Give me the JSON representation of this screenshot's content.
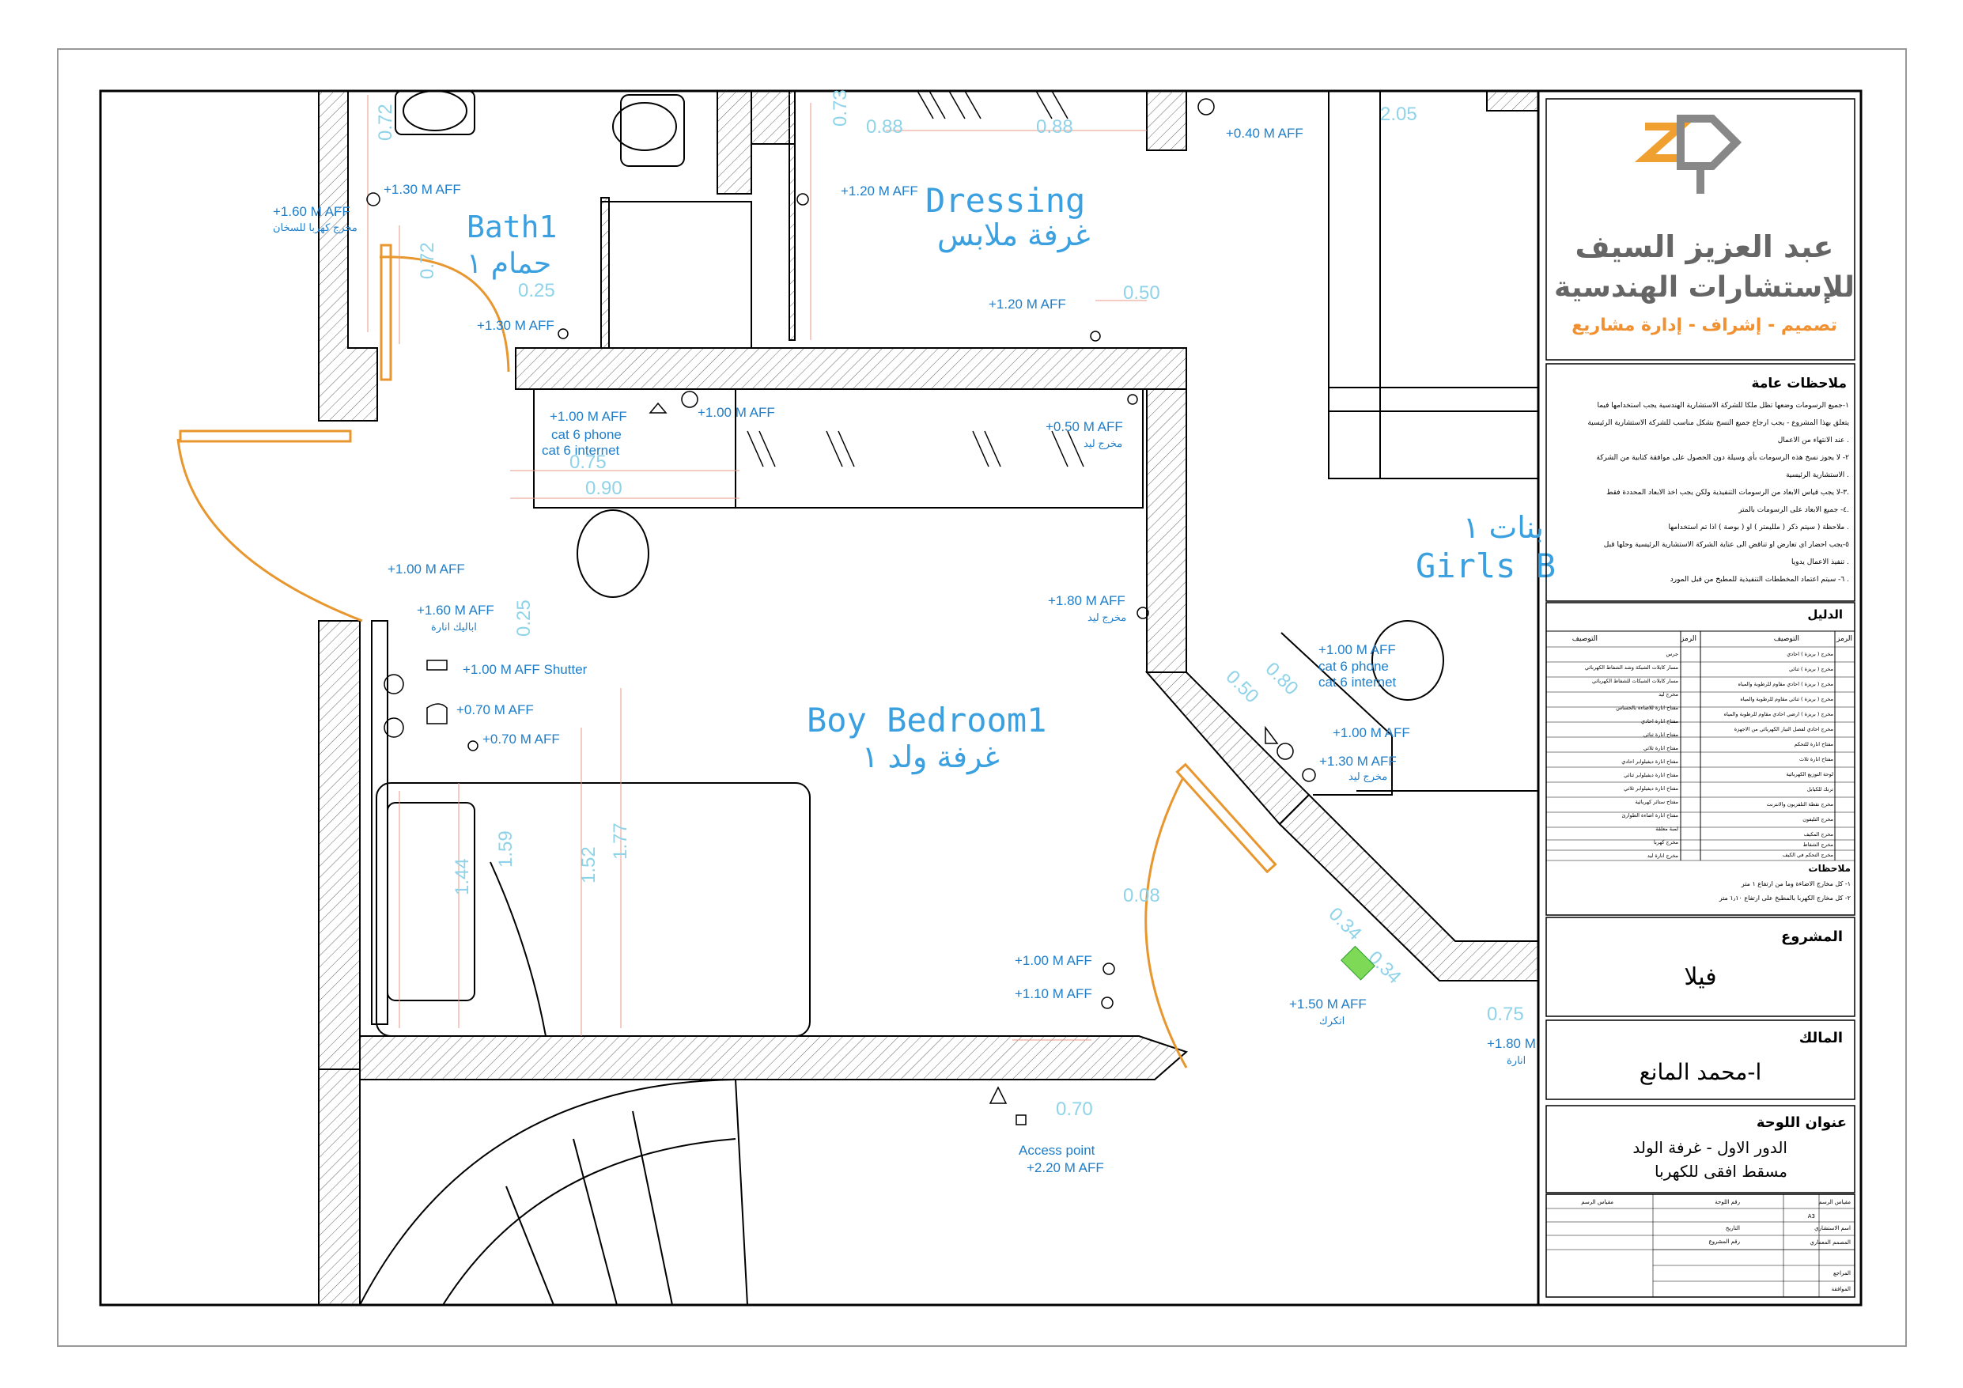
{
  "rooms": {
    "bath1_en": "Bath1",
    "bath1_ar": "حمام ١",
    "dressing_en": "Dressing",
    "dressing_ar": "غرفة ملابس",
    "boy_en": "Boy Bedroom1",
    "boy_ar": "غرفة ولد ١",
    "girls_en": "Girls B",
    "girls_ar": "بنات ١"
  },
  "dims": {
    "d072a": "0.72",
    "d072b": "0.72",
    "d025a": "0.25",
    "d088a": "0.88",
    "d088b": "0.88",
    "d073": "0.73",
    "d050a": "0.50",
    "d205": "2.05",
    "d075a": "0.75",
    "d090": "0.90",
    "d025b": "0.25",
    "d050b": "0.50",
    "d080": "0.80",
    "d144": "1.44",
    "d159": "1.59",
    "d152": "1.52",
    "d177": "1.77",
    "d008": "0.08",
    "d034a": "0.34",
    "d034b": "0.34",
    "d070": "0.70",
    "d075b": "0.75"
  },
  "labels": {
    "aff130a": "+1.30 M AFF",
    "aff160a": "+1.60 M AFF",
    "heater": "مخرج كهربا للسخان",
    "aff120a": "+1.20 M AFF",
    "aff040": "+0.40 M AFF",
    "aff120b": "+1.20 M AFF",
    "aff130b": "+1.30 M AFF",
    "aff100a": "+1.00 M AFF",
    "cat6phone": "cat 6   phone",
    "cat6internet": "cat 6   internet",
    "aff100b": "+1.00 M AFF",
    "aff050": "+0.50 M AFF",
    "lidA": "مخرج ليد",
    "aff180a": "+1.80 M AFF",
    "lidB": "مخرج ليد",
    "aff100c": "+1.00 M AFF",
    "aff160b": "+1.60 M AFF",
    "balik": "اباليك انارة",
    "shutter": "+1.00 M AFF  Shutter",
    "aff070a": "+0.70 M AFF",
    "aff070b": "+0.70 M AFF",
    "aff100d": "+1.00 M AFF",
    "cat6phone2": "cat 6   phone",
    "cat6internet2": "cat 6   internet",
    "aff100e": "+1.00 M AFF",
    "aff130c": "+1.30 M AFF",
    "lidC": "مخرج ليد",
    "aff100f": "+1.00 M AFF",
    "aff110": "+1.10 M AFF",
    "aff150": "+1.50 M AFF",
    "ac": "اتكرك",
    "aff180b": "+1.80 M",
    "anara": "انارة",
    "access": "Access point",
    "aff220": "+2.20 M AFF"
  },
  "titleblock": {
    "company1": "عبد العزيز السيف",
    "company2": "للإستشارات الهندسية",
    "services": "تصميم - إشراف - إدارة مشاريع",
    "notes_title": "ملاحظات عامة",
    "notes": [
      "١-جميع الرسومات وضعها تظل ملكا للشركة الاستشارية الهندسية يجب استخدامها فيما",
      "يتعلق بهذا المشروع - يجب ارجاع جميع النسخ بشكل مناسب للشركة الاستشارية الرئيسية",
      "عند الانتهاء من الاعمال .",
      "٢- لا يجوز نسخ هذه الرسومات بأي وسيلة دون الحصول على موافقة كتابية من الشركة",
      "الاستشارية الرئيسية .",
      "٣-لا يجب قياس الابعاد من الرسومات التنفيذية ولكن يجب اخذ الابعاد المحددة فقط.",
      "٤- جميع الابعاد على الرسومات بالمتر.",
      "ملاحظة ( سيتم ذكر ( ملليمتر ) او ( بوصة ) اذا تم استخدامها .",
      "٥-يجب احضار اي تعارض او تناقض الى عناية الشركة الاستشارية الرئيسية وحلها قبل",
      "تنفيذ الاعمال يدويا .",
      "٦- سيتم اعتماد المخططات التنفيذية للمطبخ من قبل المورد ."
    ],
    "legend_title": "الدليل",
    "legend_header_symbol": "الرمز",
    "legend_header_desc": "التوصيف",
    "legend_right": [
      "مخرج ( بريزة ) احادي",
      "مخرج ( بريزة ) ثنائي",
      "مخرج ( بريزة ) احادي مقاوم للرطوبة والمياه",
      "مخرج ( بريزة ) ثنائي مقاوم للرطوبة والمياه",
      "مخرج ( بريزة ) ارضي احادي مقاوم للرطوبة والمياه",
      "مخرج احادي لفصل التيار الكهربائي من الاجهزة",
      "مفتاح انارة للتحكم",
      "مفتاح انارة ثلاث",
      "لوحة التوزيع الكهربائية",
      "ترنك للكيابل",
      "مخرج نقطة التلفزيون والانترنت",
      "مخرج التليفون",
      "مخرج المكيف",
      "مخرج الشفاط",
      "مخرج التحكم في الكيف"
    ],
    "legend_left": [
      "جرس",
      "مسار كابلات الشبكة وشد الشفاط الكهربائي",
      "مسار كابلات الشبكات للشفاط الكهربائي",
      "مخرج ليد",
      "مفتاح انارة للاضاءة بالحساس",
      "مفتاح انارة احادي",
      "مفتاح انارة ثنائي",
      "مفتاح انارة ثلاثي",
      "مفتاح انارة ديفيلوابر احادي",
      "مفتاح انارة ديفيلوابر ثنائي",
      "مفتاح انارة ديفيلوابر ثلاثي",
      "مفتاح ستائر كهربائية",
      "مفتاح انارة اضاءة الطوارئ",
      "لمبة معلقة",
      "مخرج كهربا",
      "مخرج انارة ليد"
    ],
    "notes2_title": "ملاحظات",
    "notes2": [
      "١- كل مخارج الاضاءة وما من ارتفاع ١ متر",
      "٢- كل مخارج الكهربا بالمطبخ على ارتفاع ١٫١٠ متر"
    ],
    "project_label": "المشروع",
    "project": "فيلا",
    "owner_label": "المالك",
    "owner": "ا-محمد المانع",
    "sheet_title_label": "عنوان اللوحة",
    "sheet_title1": "الدور الاول - غرفة الولد",
    "sheet_title2": "مسقط افقى للكهربا",
    "info": [
      "مقياس الرسم",
      "رقم اللوحة",
      "مقياس الرسم",
      "التاريخ",
      "اسم الاستشاري",
      "رقم المشروع",
      "المصمم المعماري",
      "المراجع",
      "الموافقة"
    ],
    "scale_val": "A3"
  }
}
